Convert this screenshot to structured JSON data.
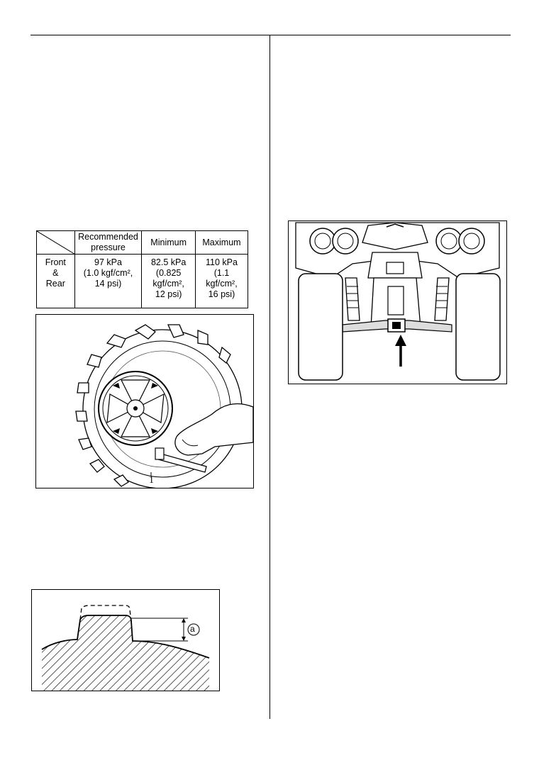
{
  "pressure_table": {
    "headers": [
      "Recommended pressure",
      "Minimum",
      "Maximum"
    ],
    "row": {
      "label": [
        "Front",
        "&",
        "Rear"
      ],
      "recommended": [
        "97 kPa",
        "(1.0 kgf/cm²,",
        "14 psi)"
      ],
      "minimum": [
        "82.5 kPa",
        "(0.825",
        "kgf/cm²,",
        "12 psi)"
      ],
      "maximum": [
        "110 kPa",
        "(1.1",
        "kgf/cm²,",
        "16 psi)"
      ]
    }
  },
  "figures": {
    "tire_gauge_callout": "1",
    "tread_depth_callout": "a"
  }
}
